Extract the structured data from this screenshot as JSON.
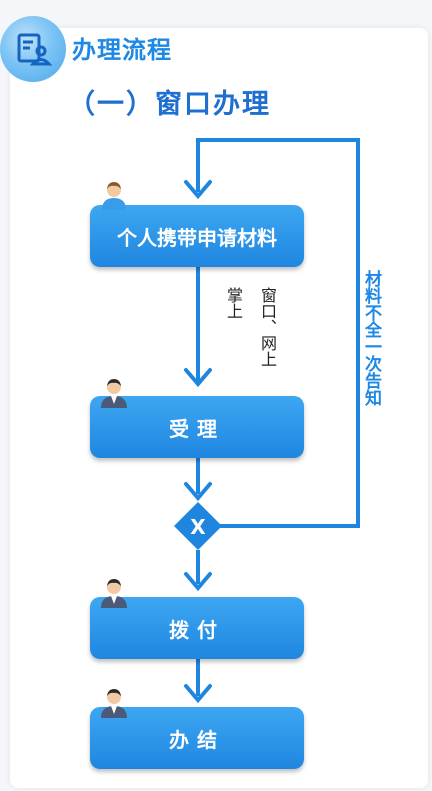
{
  "header": {
    "title": "办理流程",
    "subtitle": "（一）窗口办理"
  },
  "steps": [
    {
      "label": "个人携带申请材料"
    },
    {
      "label": "受理"
    },
    {
      "label": "拨付"
    },
    {
      "label": "办结"
    }
  ],
  "annotations": {
    "channel_1": "掌上",
    "channel_2": "窗口、网上",
    "loop_back": "材料不全一次告知"
  },
  "decision": {
    "label": "X"
  },
  "colors": {
    "accent": "#1e88e5",
    "box": "#2a93e8",
    "line": "#1f86e0"
  },
  "icons": [
    "document-person-icon",
    "person-icon",
    "officer-icon"
  ]
}
